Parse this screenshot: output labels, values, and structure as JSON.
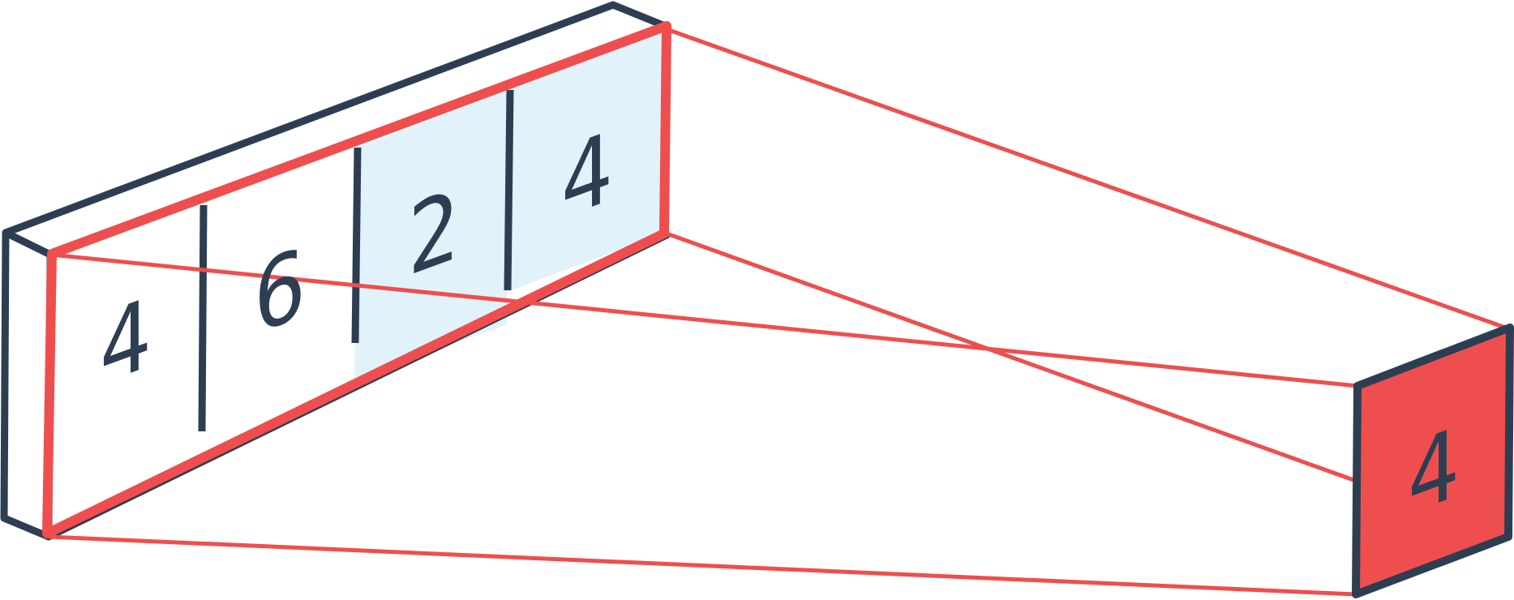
{
  "diagram": {
    "input_cells": [
      {
        "value": "4",
        "highlighted": false
      },
      {
        "value": "6",
        "highlighted": false
      },
      {
        "value": "2",
        "highlighted": true
      },
      {
        "value": "4",
        "highlighted": true
      }
    ],
    "output_cell": {
      "value": "4"
    },
    "colors": {
      "outline": "#2e3e52",
      "accent": "#ef4e4e",
      "highlight_fill": "#e1f2fb",
      "output_fill": "#ef4e4e",
      "background": "#ffffff"
    }
  }
}
